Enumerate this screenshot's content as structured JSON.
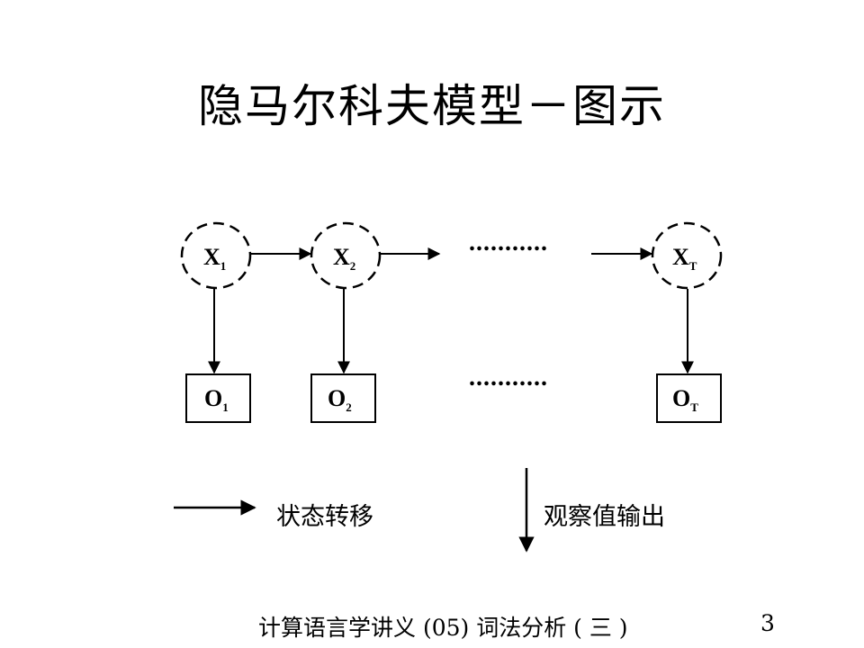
{
  "title": "隐马尔科夫模型－图示",
  "hidden_states": [
    {
      "label": "X",
      "sub": "1"
    },
    {
      "label": "X",
      "sub": "2"
    },
    {
      "label": "X",
      "sub": "T"
    }
  ],
  "observations": [
    {
      "label": "O",
      "sub": "1"
    },
    {
      "label": "O",
      "sub": "2"
    },
    {
      "label": "O",
      "sub": "T"
    }
  ],
  "ellipsis": "...........",
  "legend": {
    "transition_label": "状态转移",
    "emission_label": "观察值输出"
  },
  "footer": {
    "text": "计算语言学讲义 (05) 词法分析 ( 三 )",
    "page_number": "3"
  }
}
